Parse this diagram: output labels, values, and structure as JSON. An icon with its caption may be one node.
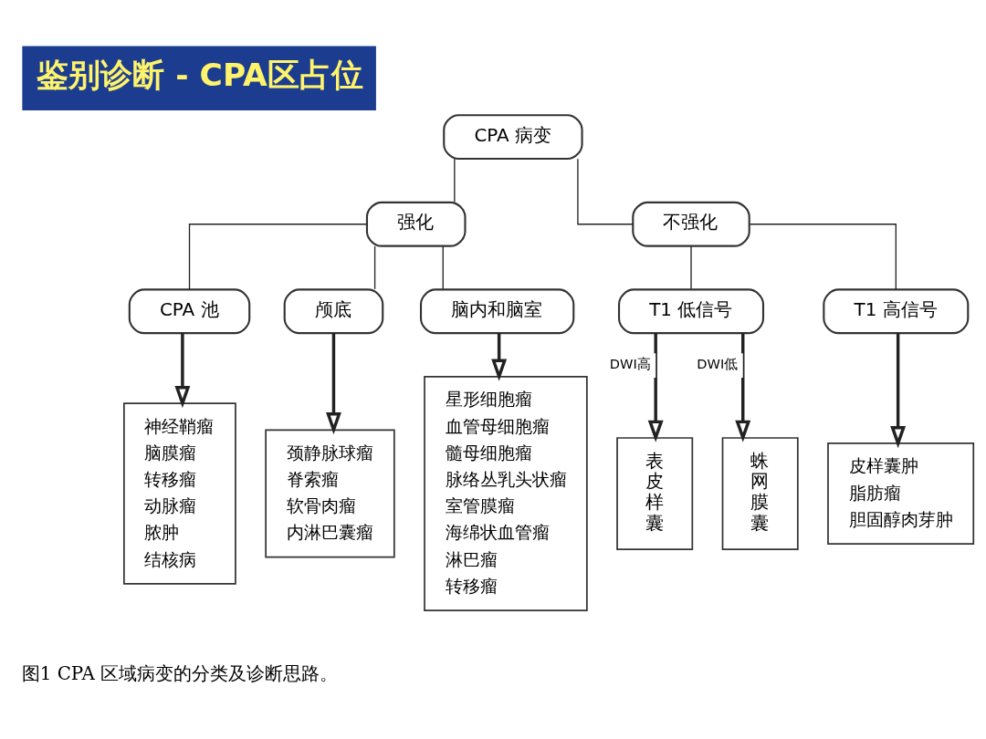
{
  "diagram": {
    "title": "鉴别诊断 - CPA区占位",
    "caption": "图1 CPA 区域病变的分类及诊断思路。",
    "nodes": [
      {
        "text": [
          "CPA 病变"
        ]
      },
      {
        "text": [
          "强化"
        ]
      },
      {
        "text": [
          "不强化"
        ]
      },
      {
        "text": [
          "CPA 池"
        ]
      },
      {
        "text": [
          "颅底"
        ]
      },
      {
        "text": [
          "脑内和脑室"
        ]
      },
      {
        "text": [
          "T1 低信号"
        ]
      },
      {
        "text": [
          "T1 高信号"
        ]
      },
      {
        "text": [
          "神经鞘瘤",
          "脑膜瘤",
          "转移瘤",
          "动脉瘤",
          "脓肿",
          "结核病"
        ]
      },
      {
        "text": [
          "颈静脉球瘤",
          "脊索瘤",
          "软骨肉瘤",
          "内淋巴囊瘤"
        ]
      },
      {
        "text": [
          "星形细胞瘤",
          "血管母细胞瘤",
          "髓母细胞瘤",
          "脉络丛乳头状瘤",
          "室管膜瘤",
          "海绵状血管瘤",
          "淋巴瘤",
          "转移瘤"
        ]
      },
      {
        "text": [
          "表皮样囊"
        ]
      },
      {
        "text": [
          "蛛网膜囊"
        ]
      },
      {
        "text": [
          "皮样囊肿",
          "脂肪瘤",
          "胆固醇肉芽肿"
        ]
      }
    ],
    "edges": [
      {
        "from": 0,
        "to": 1,
        "arrow": "none"
      },
      {
        "from": 0,
        "to": 2,
        "arrow": "none"
      },
      {
        "from": 1,
        "to": 3,
        "arrow": "none"
      },
      {
        "from": 1,
        "to": 4,
        "arrow": "none"
      },
      {
        "from": 1,
        "to": 5,
        "arrow": "none"
      },
      {
        "from": 2,
        "to": 6,
        "arrow": "none"
      },
      {
        "from": 2,
        "to": 7,
        "arrow": "none"
      },
      {
        "from": 3,
        "to": 8,
        "arrow": "to",
        "style": "thick"
      },
      {
        "from": 4,
        "to": 9,
        "arrow": "to",
        "style": "thick"
      },
      {
        "from": 5,
        "to": 10,
        "arrow": "to",
        "style": "thick"
      },
      {
        "from": 6,
        "to": 11,
        "arrow": "to",
        "style": "thick",
        "label": "DWI高"
      },
      {
        "from": 6,
        "to": 12,
        "arrow": "to",
        "style": "thick",
        "label": "DWI低"
      },
      {
        "from": 7,
        "to": 13,
        "arrow": "to",
        "style": "thick"
      }
    ]
  }
}
